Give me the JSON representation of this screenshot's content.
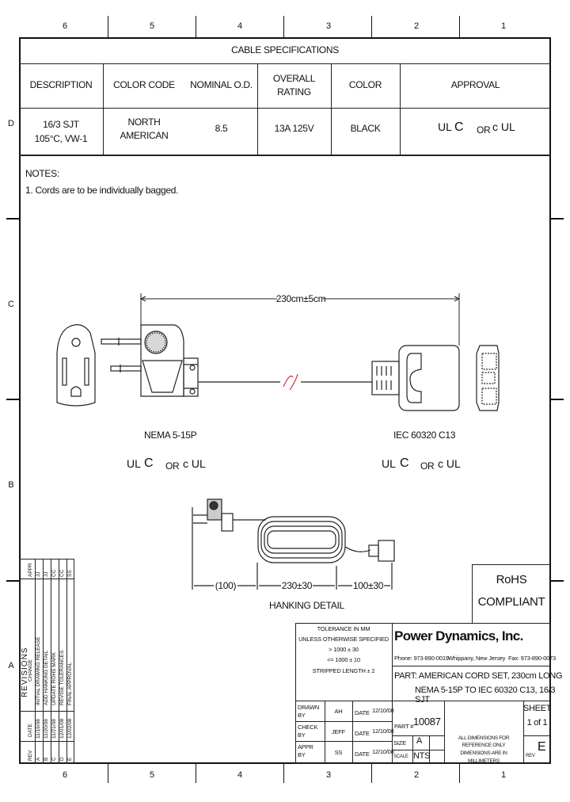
{
  "zones": {
    "top": [
      "6",
      "5",
      "4",
      "3",
      "2",
      "1"
    ],
    "bottom": [
      "6",
      "5",
      "4",
      "3",
      "2",
      "1"
    ],
    "left": [
      "D",
      "C",
      "B",
      "A"
    ]
  },
  "cable_specs": {
    "title": "CABLE SPECIFICATIONS",
    "headers": [
      "DESCRIPTION",
      "COLOR CODE",
      "NOMINAL O.D.",
      "OVERALL\nRATING",
      "COLOR",
      "APPROVAL"
    ],
    "row": {
      "description": "16/3 SJT\n105°C, VW-1",
      "color_code": "NORTH AMERICAN",
      "od": "8.5",
      "rating": "13A 125V",
      "color": "BLACK",
      "approval_or": "OR"
    }
  },
  "notes": {
    "heading": "NOTES:",
    "items": [
      "1. Cords are to be individually bagged."
    ]
  },
  "drawing": {
    "length_dim": "230cm±5cm",
    "plug_label": "NEMA 5-15P",
    "connector_label": "IEC 60320 C13",
    "or_left": "OR",
    "or_right": "OR",
    "dim_a": "(100)",
    "dim_b": "230±30",
    "dim_c": "100±30",
    "hanking_label": "HANKING DETAIL",
    "cert_ul": "UL",
    "cert_c": "C",
    "cert_cul": "c UL"
  },
  "rohs": {
    "line1": "RoHS",
    "line2": "COMPLIANT"
  },
  "revisions": {
    "title": "REVISIONS",
    "cols": [
      "REV",
      "DATE",
      "CHANGE",
      "APPR"
    ],
    "rows": [
      [
        "A",
        "11/19/08",
        "INITIAL DRAWING RELEASE",
        "JJ"
      ],
      [
        "B",
        "11/20/08",
        "ADD HANKING DETAIL",
        "JJ"
      ],
      [
        "C",
        "11/21/08",
        "UPDATE ROHS MARK",
        "CC"
      ],
      [
        "D",
        "12/01/08",
        "REVISE TOLERANCES",
        "CC"
      ],
      [
        "E",
        "12/02/08",
        "FINAL APPROVAL",
        "SS"
      ]
    ]
  },
  "tolerance": {
    "title": "TOLERANCE IN MM",
    "line1": "UNLESS OTHERWISE SPECIFIED",
    "line2": "> 1000  ±  30",
    "line3": "<= 1000  ±  10",
    "line4": "STRIPPED LENGTH  ±  2"
  },
  "company": {
    "name": "Power Dynamics, Inc.",
    "phone": "Phone: 973-890-0019",
    "city": "Whippany, New Jersey",
    "fax": "Fax: 973-890-0073"
  },
  "part": {
    "line1": "PART: AMERICAN CORD SET, 230cm LONG",
    "line2": "NEMA 5-15P TO IEC 60320 C13, 16/3 SJT"
  },
  "titleblock": {
    "drawn_by_label": "DRAWN\nBY",
    "drawn_by": "AH",
    "drawn_date_label": "DATE",
    "drawn_date": "12/10/08",
    "check_by_label": "CHECK\nBY",
    "check_by": "JEFF",
    "check_date_label": "DATE",
    "check_date": "12/10/08",
    "appr_by_label": "APPR\nBY",
    "appr_by": "SS",
    "appr_date_label": "DATE",
    "appr_date": "12/10/08",
    "part_no_label": "PART #",
    "part_no": "10087",
    "size_label": "SIZE",
    "size": "A",
    "scale_label": "SCALE",
    "scale": "NTS",
    "dims_note": "ALL DIMENSIONS FOR REFERENCE ONLY\nDIMENSIONS ARE IN MILLIMETERS",
    "sheet_label": "SHEET",
    "sheet": "1 of 1",
    "rev_label": "REV",
    "rev": "E"
  }
}
